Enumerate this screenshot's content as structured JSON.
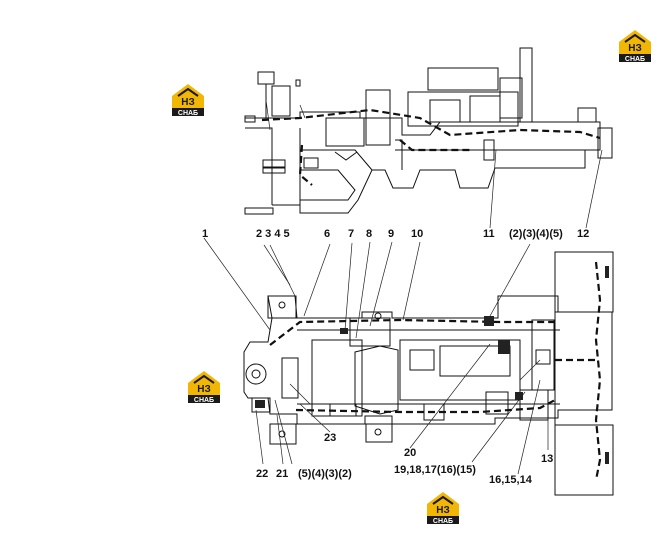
{
  "logo": {
    "mark": "НЗ",
    "word": "СНАБ",
    "colors": {
      "accent": "#f2b705",
      "dark": "#1a1a1a"
    }
  },
  "callouts": {
    "c1": "1",
    "c2345": "2 3 4 5",
    "c6": "6",
    "c7": "7",
    "c8": "8",
    "c9": "9",
    "c10": "10",
    "c11": "11",
    "c2345p": "(2)(3)(4)(5)",
    "c12": "12",
    "c13": "13",
    "c14_16": "16,15,14",
    "c15_19": "19,18,17(16)(15)",
    "c20": "20",
    "c21": "21",
    "c22": "22",
    "c23": "23",
    "c5432p": "(5)(4)(3)(2)"
  }
}
